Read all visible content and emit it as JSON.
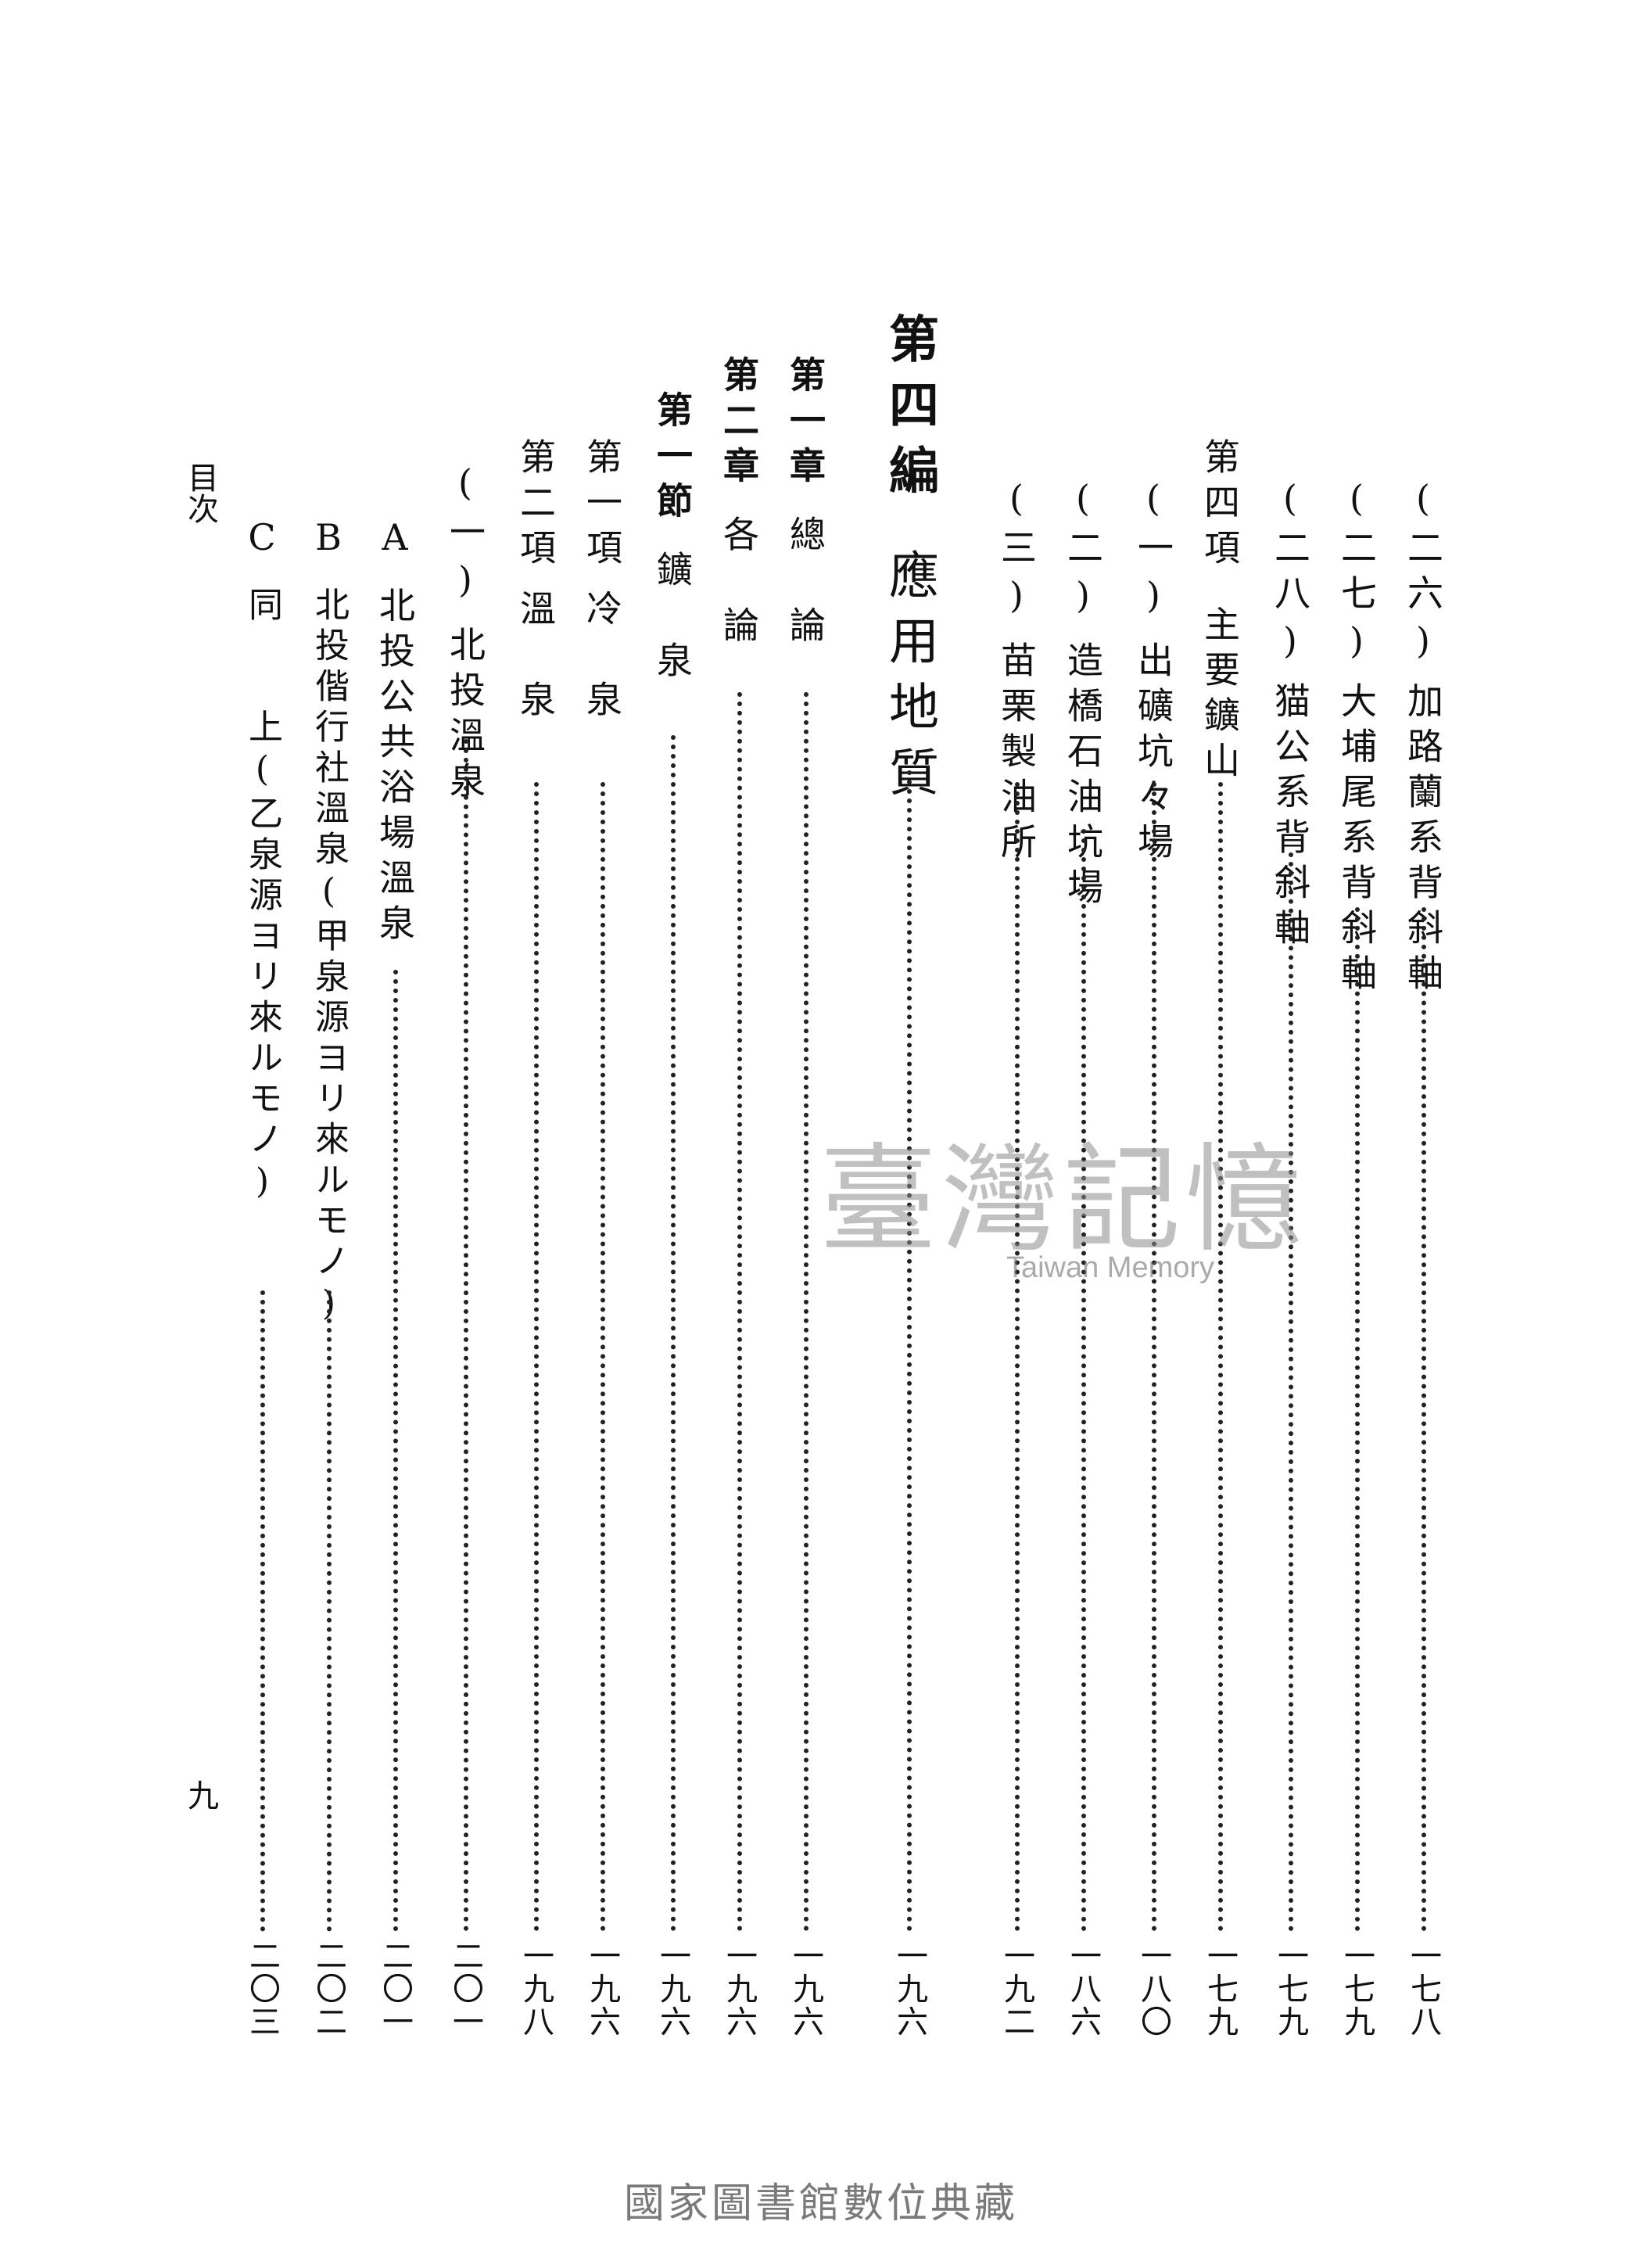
{
  "margin": {
    "header": "目次",
    "page_number": "九"
  },
  "entries": [
    {
      "lead": "(二六)",
      "title": "加路蘭系背斜軸",
      "page": "一七八"
    },
    {
      "lead": "(二七)",
      "title": "大埔尾系背斜軸",
      "page": "一七九"
    },
    {
      "lead": "(二八)",
      "title": "猫公系背斜軸",
      "page": "一七九"
    },
    {
      "lead": "第四項",
      "title": "主要鑛山",
      "page": "一七九"
    },
    {
      "lead": "(一)",
      "title": "出礦坑々場",
      "page": "一八〇"
    },
    {
      "lead": "(二)",
      "title": "造橋石油坑場",
      "page": "一八六"
    },
    {
      "lead": "(三)",
      "title": "苗栗製油所",
      "page": "一九二"
    },
    {
      "lead": "第四編",
      "title": "應用地質",
      "page": "一九六"
    },
    {
      "lead": "第一章",
      "title": "總　論",
      "page": "一九六"
    },
    {
      "lead": "第二章",
      "title": "各　論",
      "page": "一九六"
    },
    {
      "lead": "第一節",
      "title": "鑛　泉",
      "page": "一九六"
    },
    {
      "lead": "第一項",
      "title": "冷　泉",
      "page": "一九六"
    },
    {
      "lead": "第二項",
      "title": "溫　泉",
      "page": "一九八"
    },
    {
      "lead": "(一)",
      "title": "北投溫泉",
      "page": "二〇一"
    },
    {
      "lead": "A",
      "title": "北投公共浴場溫泉",
      "page": "二〇一"
    },
    {
      "lead": "B",
      "title": "北投偕行社溫泉(甲泉源ヨリ來ルモノ)",
      "page": "二〇二"
    },
    {
      "lead": "C",
      "title": "同　　上(乙泉源ヨリ來ルモノ)",
      "page": "二〇三"
    }
  ],
  "watermark": {
    "chinese": "臺灣記憶",
    "english": "Taiwan Memory"
  },
  "footer": "國家圖書館數位典藏"
}
